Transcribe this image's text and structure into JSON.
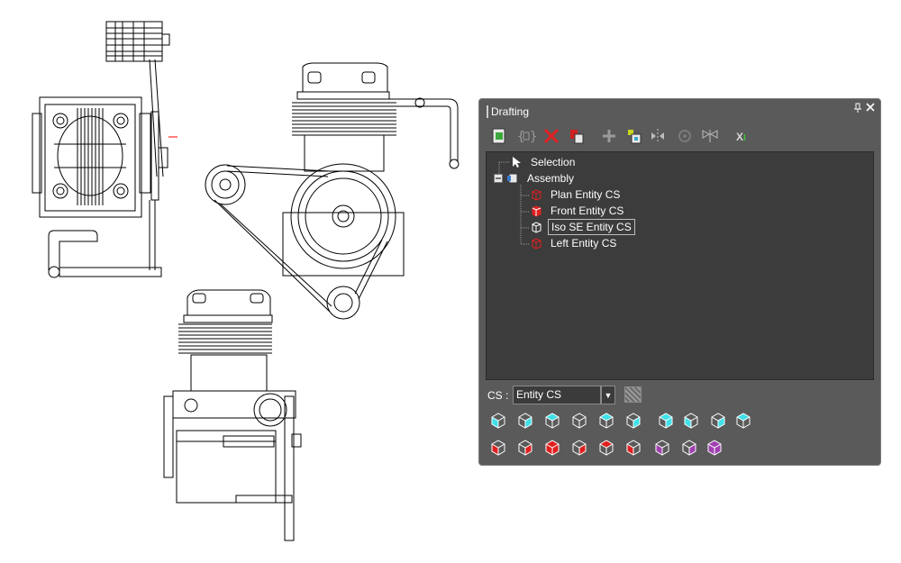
{
  "panel": {
    "title": "Drafting",
    "pin_icon": "pin-icon",
    "close_icon": "close-icon"
  },
  "toolbar": {
    "buttons": [
      {
        "icon": "new-view-icon"
      },
      {
        "icon": "variable-icon"
      },
      {
        "icon": "delete-icon"
      },
      {
        "icon": "paste-icon"
      },
      {
        "icon": "add-icon"
      },
      {
        "icon": "folder-import-icon"
      },
      {
        "icon": "mirror-icon"
      },
      {
        "icon": "settings-icon"
      },
      {
        "icon": "flag-icon"
      },
      {
        "icon": "export-icon"
      }
    ]
  },
  "tree": {
    "selection": "Selection",
    "assembly": "Assembly",
    "items": [
      {
        "label": "Plan Entity CS",
        "selected": false
      },
      {
        "label": "Front Entity CS",
        "selected": false
      },
      {
        "label": "Iso SE Entity CS",
        "selected": true
      },
      {
        "label": "Left Entity CS",
        "selected": false
      }
    ]
  },
  "cs": {
    "label": "CS :",
    "value": "Entity CS"
  },
  "colors": {
    "panel_bg": "#5a5a5a",
    "tree_bg": "#3c3c3c",
    "cube_cyan": "#3fe0e8",
    "cube_red": "#e02020",
    "cube_purple": "#a040b0"
  }
}
